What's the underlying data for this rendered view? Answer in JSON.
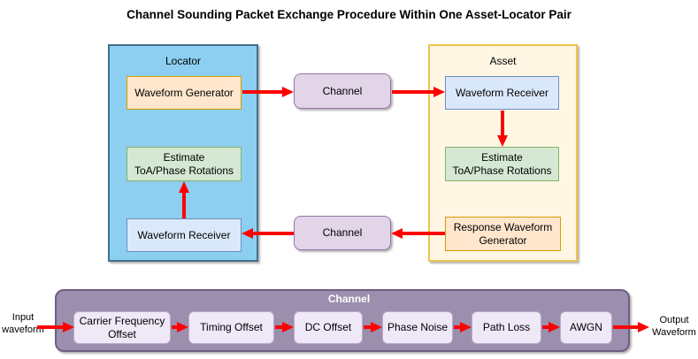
{
  "title": "Channel Sounding Packet Exchange Procedure Within One Asset-Locator Pair",
  "locator": {
    "label": "Locator",
    "waveform_generator": "Waveform Generator",
    "estimate": "Estimate\nToA/Phase Rotations",
    "waveform_receiver": "Waveform Receiver"
  },
  "asset": {
    "label": "Asset",
    "waveform_receiver": "Waveform Receiver",
    "estimate": "Estimate\nToA/Phase Rotations",
    "response_waveform_generator": "Response Waveform\nGenerator"
  },
  "channel_top": {
    "label": "Channel"
  },
  "channel_bottom": {
    "label": "Channel"
  },
  "channel_chain": {
    "label": "Channel",
    "input_label": "Input\nwaveform",
    "output_label": "Output\nWaveform",
    "stages": [
      "Carrier Frequency\nOffset",
      "Timing Offset",
      "DC Offset",
      "Phase Noise",
      "Path Loss",
      "AWGN"
    ]
  },
  "colors": {
    "arrow": "#FF0000",
    "locator_fill": "#8DCFF0",
    "locator_stroke": "#44708D",
    "asset_fill": "#FFF7E4",
    "asset_stroke": "#EEC34F",
    "generator_fill": "#FFE6CC",
    "generator_stroke": "#D79B00",
    "estimate_fill": "#D5E8D4",
    "estimate_stroke": "#82B366",
    "receiver_fill": "#DAE8FC",
    "receiver_stroke": "#6C8EBF",
    "channel_fill": "#E1D5E7",
    "channel_stroke": "#9673A6",
    "chain_fill": "#9C8EAD",
    "chain_stroke": "#6E5F82",
    "stage_fill": "#EFE8F7",
    "stage_stroke": "#BBA9CC"
  }
}
